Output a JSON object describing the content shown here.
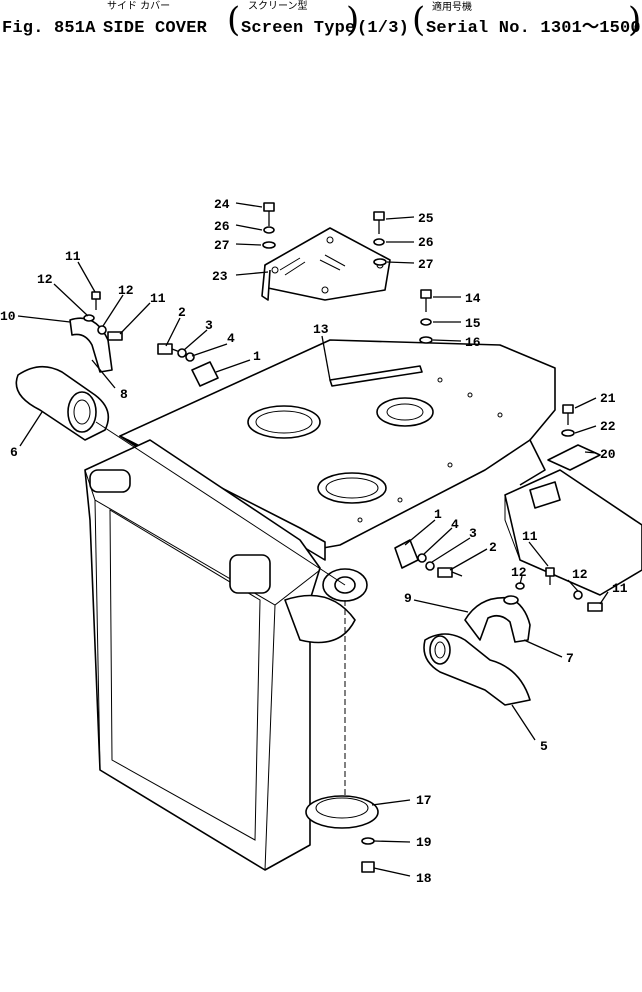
{
  "header": {
    "fig_prefix": "Fig. 851A",
    "title_en": "SIDE COVER",
    "title_jp": "サイド カバー",
    "subtitle_jp": "スクリーン型",
    "subtitle_en": "Screen Type",
    "page": "(1/3)",
    "serial_jp": "適用号機",
    "serial_en": "Serial No. 1301～1500"
  },
  "callouts": [
    {
      "id": "c24",
      "label": "24"
    },
    {
      "id": "c26a",
      "label": "26"
    },
    {
      "id": "c27a",
      "label": "27"
    },
    {
      "id": "c23",
      "label": "23"
    },
    {
      "id": "c25",
      "label": "25"
    },
    {
      "id": "c26b",
      "label": "26"
    },
    {
      "id": "c27b",
      "label": "27"
    },
    {
      "id": "c14",
      "label": "14"
    },
    {
      "id": "c15",
      "label": "15"
    },
    {
      "id": "c16",
      "label": "16"
    },
    {
      "id": "c13",
      "label": "13"
    },
    {
      "id": "c11a",
      "label": "11"
    },
    {
      "id": "c12a",
      "label": "12"
    },
    {
      "id": "c12b",
      "label": "12"
    },
    {
      "id": "c11b",
      "label": "11"
    },
    {
      "id": "c10",
      "label": "10"
    },
    {
      "id": "c8",
      "label": "8"
    },
    {
      "id": "c6",
      "label": "6"
    },
    {
      "id": "c2a",
      "label": "2"
    },
    {
      "id": "c3a",
      "label": "3"
    },
    {
      "id": "c4a",
      "label": "4"
    },
    {
      "id": "c1a",
      "label": "1"
    },
    {
      "id": "c21",
      "label": "21"
    },
    {
      "id": "c22",
      "label": "22"
    },
    {
      "id": "c20",
      "label": "20"
    },
    {
      "id": "c1b",
      "label": "1"
    },
    {
      "id": "c4b",
      "label": "4"
    },
    {
      "id": "c3b",
      "label": "3"
    },
    {
      "id": "c2b",
      "label": "2"
    },
    {
      "id": "c11c",
      "label": "11"
    },
    {
      "id": "c12c",
      "label": "12"
    },
    {
      "id": "c12d",
      "label": "12"
    },
    {
      "id": "c11d",
      "label": "11"
    },
    {
      "id": "c9",
      "label": "9"
    },
    {
      "id": "c7",
      "label": "7"
    },
    {
      "id": "c5",
      "label": "5"
    },
    {
      "id": "c17",
      "label": "17"
    },
    {
      "id": "c19",
      "label": "19"
    },
    {
      "id": "c18",
      "label": "18"
    }
  ]
}
